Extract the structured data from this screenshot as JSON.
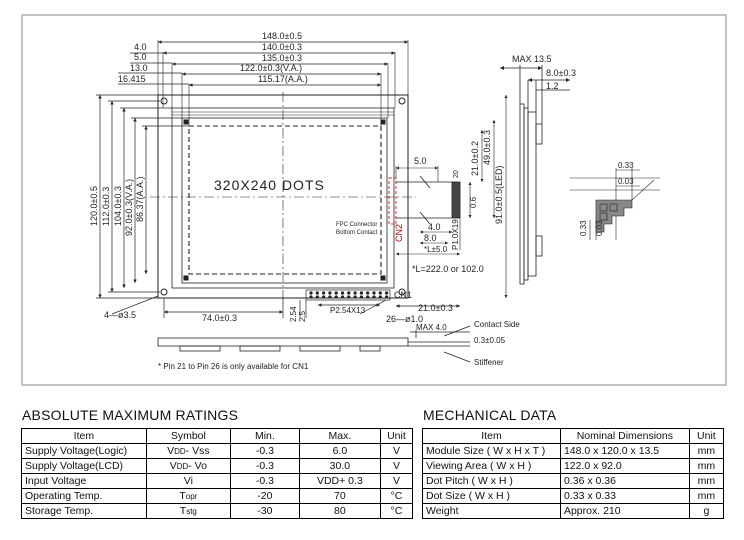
{
  "drawing": {
    "top_dims": [
      "148.0±0.5",
      "140.0±0.3",
      "135.0±0.3",
      "122.0±0.3(V.A.)",
      "115.17(A.A.)"
    ],
    "left_dims": [
      "4.0",
      "5.0",
      "13.0",
      "16.415"
    ],
    "vert_dims": [
      "120.0±0.5",
      "112.0±0.3",
      "104.0±0.3",
      "92.0±0.3(V.A.)",
      "86.37(A.A.)"
    ],
    "dots_label": "320X240 DOTS",
    "hole_label": "4—ø3.5",
    "bottom_dim": "74.0±0.3",
    "pitch_label": "P2.54X13",
    "pin_hole_label": "26—ø1.0",
    "cn1_label": "CN1",
    "cn2_label": "CN2",
    "small_dims": [
      "2.54",
      "2.5"
    ],
    "fpc_label_1": "FPC Connector",
    "fpc_label_2": "Bottom Contact",
    "fpc_dims": [
      "5.0",
      "4.0",
      "8.0",
      "*L±5.0",
      "*L=222.0  or  102.0",
      "21.0±0.3",
      "20",
      "0.6",
      "P1.0X19"
    ],
    "fpc_vert_dims": [
      "21.0±0.2",
      "49.0±0.3",
      "91.0±0.5(LED)"
    ],
    "side_dims": [
      "MAX 13.5",
      "8.0±0.3",
      "1.2"
    ],
    "dot_dims": [
      "0.33",
      "0.03",
      "0.33",
      "0.03"
    ],
    "profile_labels": [
      "MAX 4.0",
      "Contact Side",
      "0.3±0.05",
      "Stiffener"
    ],
    "pin_note": "* Pin 21 to Pin 26 is only available for CN1"
  },
  "abs_max": {
    "title": "ABSOLUTE MAXIMUM RATINGS",
    "headers": [
      "Item",
      "Symbol",
      "Min.",
      "Max.",
      "Unit"
    ],
    "rows": [
      {
        "item": "Supply Voltage(Logic)",
        "sym": "V",
        "sub": "DD",
        "sym_rest": "- Vss",
        "min": "-0.3",
        "max": "6.0",
        "unit": "V"
      },
      {
        "item": "Supply Voltage(LCD)",
        "sym": "V",
        "sub": "DD",
        "sym_rest": "- Vo",
        "min": "-0.3",
        "max": "30.0",
        "unit": "V"
      },
      {
        "item": "Input  Voltage",
        "sym": "Vi",
        "sub": "",
        "sym_rest": "",
        "min": "-0.3",
        "max": "VDD+ 0.3",
        "unit": "V"
      },
      {
        "item": "Operating Temp.",
        "sym": "T",
        "sub": "opr",
        "sym_rest": "",
        "min": "-20",
        "max": "70",
        "unit": "°C"
      },
      {
        "item": "Storage Temp.",
        "sym": "T",
        "sub": "stg",
        "sym_rest": "",
        "min": "-30",
        "max": "80",
        "unit": "°C"
      }
    ]
  },
  "mech": {
    "title": "MECHANICAL DATA",
    "headers": [
      "Item",
      "Nominal Dimensions",
      "Unit"
    ],
    "rows": [
      {
        "item": "Module Size ( W x H x T )",
        "value": "148.0 x 120.0 x 13.5",
        "unit": "mm"
      },
      {
        "item": "Viewing Area ( W x H )",
        "value": "122.0 x 92.0",
        "unit": "mm"
      },
      {
        "item": "Dot Pitch ( W x H )",
        "value": "0.36 x 0.36",
        "unit": "mm"
      },
      {
        "item": "Dot Size ( W x H )",
        "value": "0.33 x 0.33",
        "unit": "mm"
      },
      {
        "item": "Weight",
        "value": "Approx.  210",
        "unit": "g"
      }
    ]
  }
}
